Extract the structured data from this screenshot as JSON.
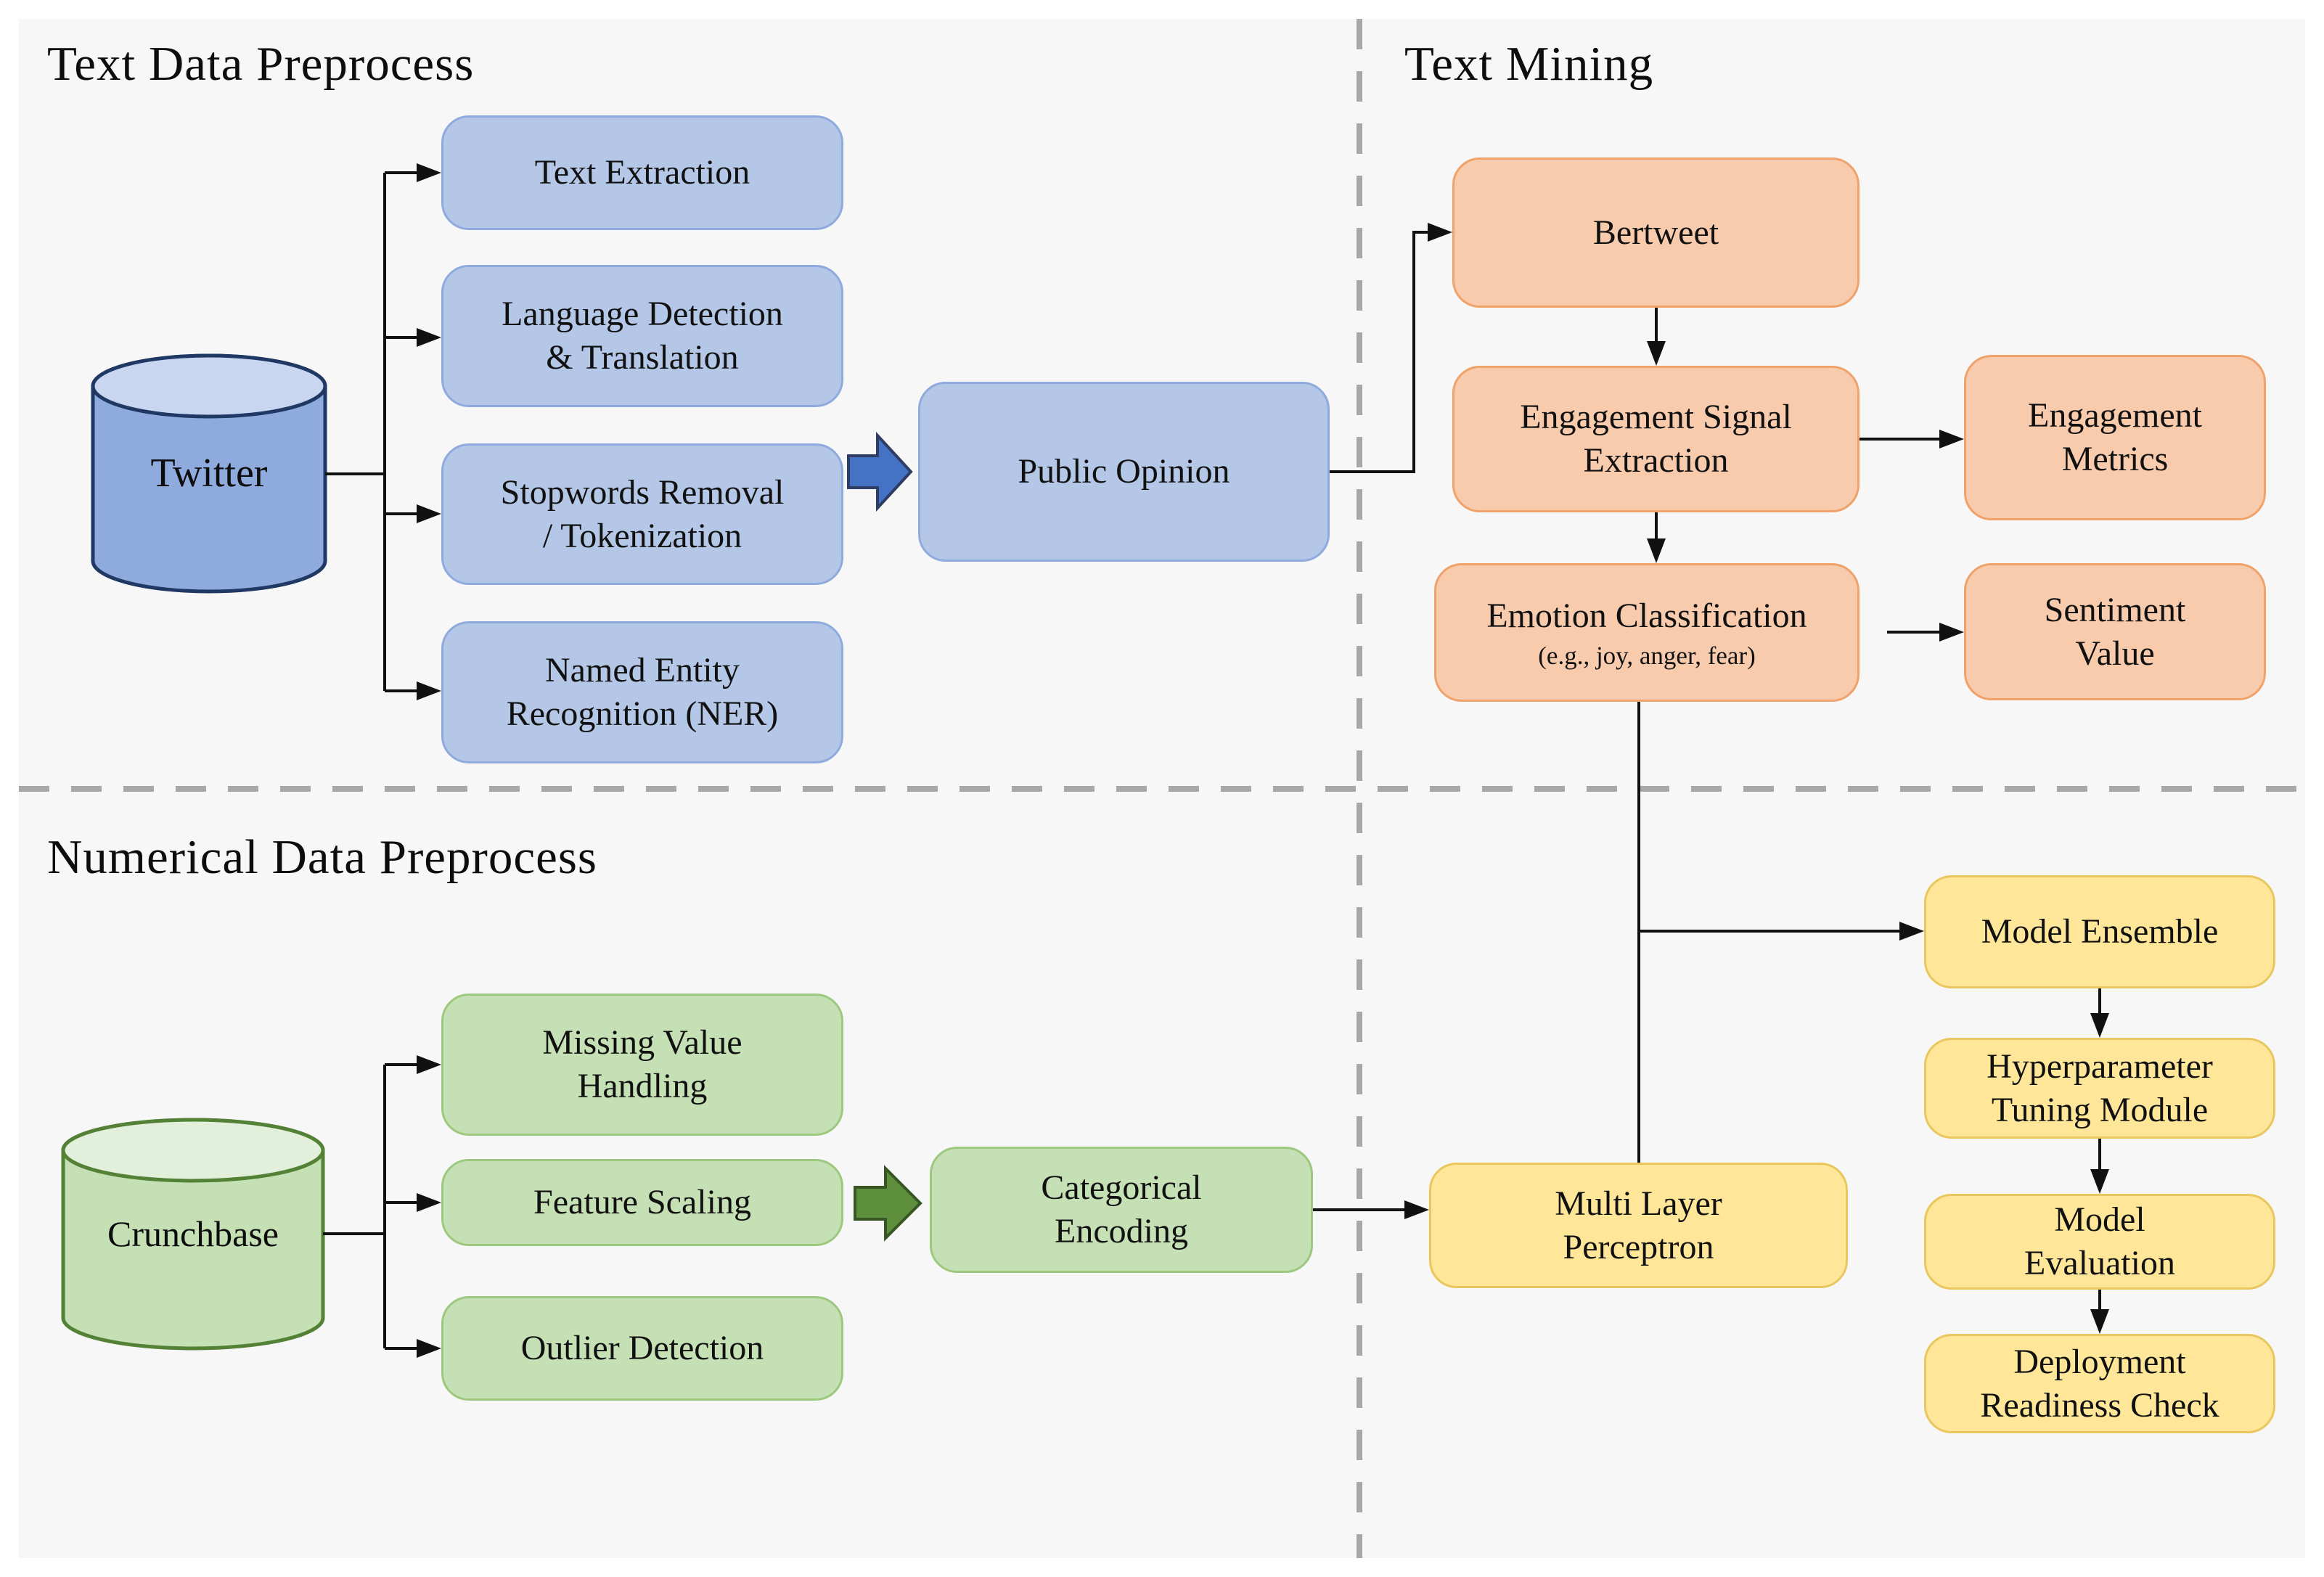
{
  "palette": {
    "background": "#f7f7f7",
    "text": "#111111",
    "divider_dash": "#a8a8a8",
    "connector": "#111111",
    "blue_fill": "#b4c7e7",
    "blue_border": "#8faadc",
    "blue_cylinder_body": "#8faadc",
    "blue_cylinder_top": "#c9d6f0",
    "blue_cylinder_border": "#1f3864",
    "blue_block_arrow": "#4472c4",
    "orange_fill": "#f8cbad",
    "orange_border": "#efa26a",
    "green_fill": "#c5e0b4",
    "green_cylinder_top": "#e2efda",
    "green_cylinder_border": "#538135",
    "green_block_arrow": "#5e8f3c",
    "yellow_fill": "#ffe699",
    "yellow_border": "#eac65e"
  },
  "sections": {
    "text_data_preprocess": {
      "title": "Text Data Preprocess",
      "source": {
        "label": "Twitter"
      },
      "steps": [
        {
          "label": "Text Extraction"
        },
        {
          "label": "Language Detection\n& Translation"
        },
        {
          "label": "Stopwords Removal\n/ Tokenization"
        },
        {
          "label": "Named Entity\nRecognition (NER)"
        }
      ],
      "output": {
        "label": "Public Opinion"
      }
    },
    "text_mining": {
      "title": "Text Mining",
      "nodes": {
        "bertweet": {
          "label": "Bertweet"
        },
        "engagement_signal_extraction": {
          "label": "Engagement Signal\nExtraction"
        },
        "engagement_metrics": {
          "label": "Engagement\nMetrics"
        },
        "emotion_classification": {
          "label": "Emotion Classification",
          "sublabel": "(e.g., joy, anger, fear)"
        },
        "sentiment_value": {
          "label": "Sentiment\nValue"
        }
      }
    },
    "numerical_data_preprocess": {
      "title": "Numerical Data Preprocess",
      "source": {
        "label": "Crunchbase"
      },
      "steps": [
        {
          "label": "Missing Value\nHandling"
        },
        {
          "label": "Feature Scaling"
        },
        {
          "label": "Outlier Detection"
        }
      ],
      "output": {
        "label": "Categorical\nEncoding"
      }
    },
    "modeling": {
      "nodes": {
        "multi_layer_perceptron": {
          "label": "Multi Layer\nPerceptron"
        },
        "model_ensemble": {
          "label": "Model Ensemble"
        },
        "hyperparameter_tuning_module": {
          "label": "Hyperparameter\nTuning Module"
        },
        "model_evaluation": {
          "label": "Model\nEvaluation"
        },
        "deployment_readiness_check": {
          "label": "Deployment\nReadiness Check"
        }
      }
    }
  }
}
